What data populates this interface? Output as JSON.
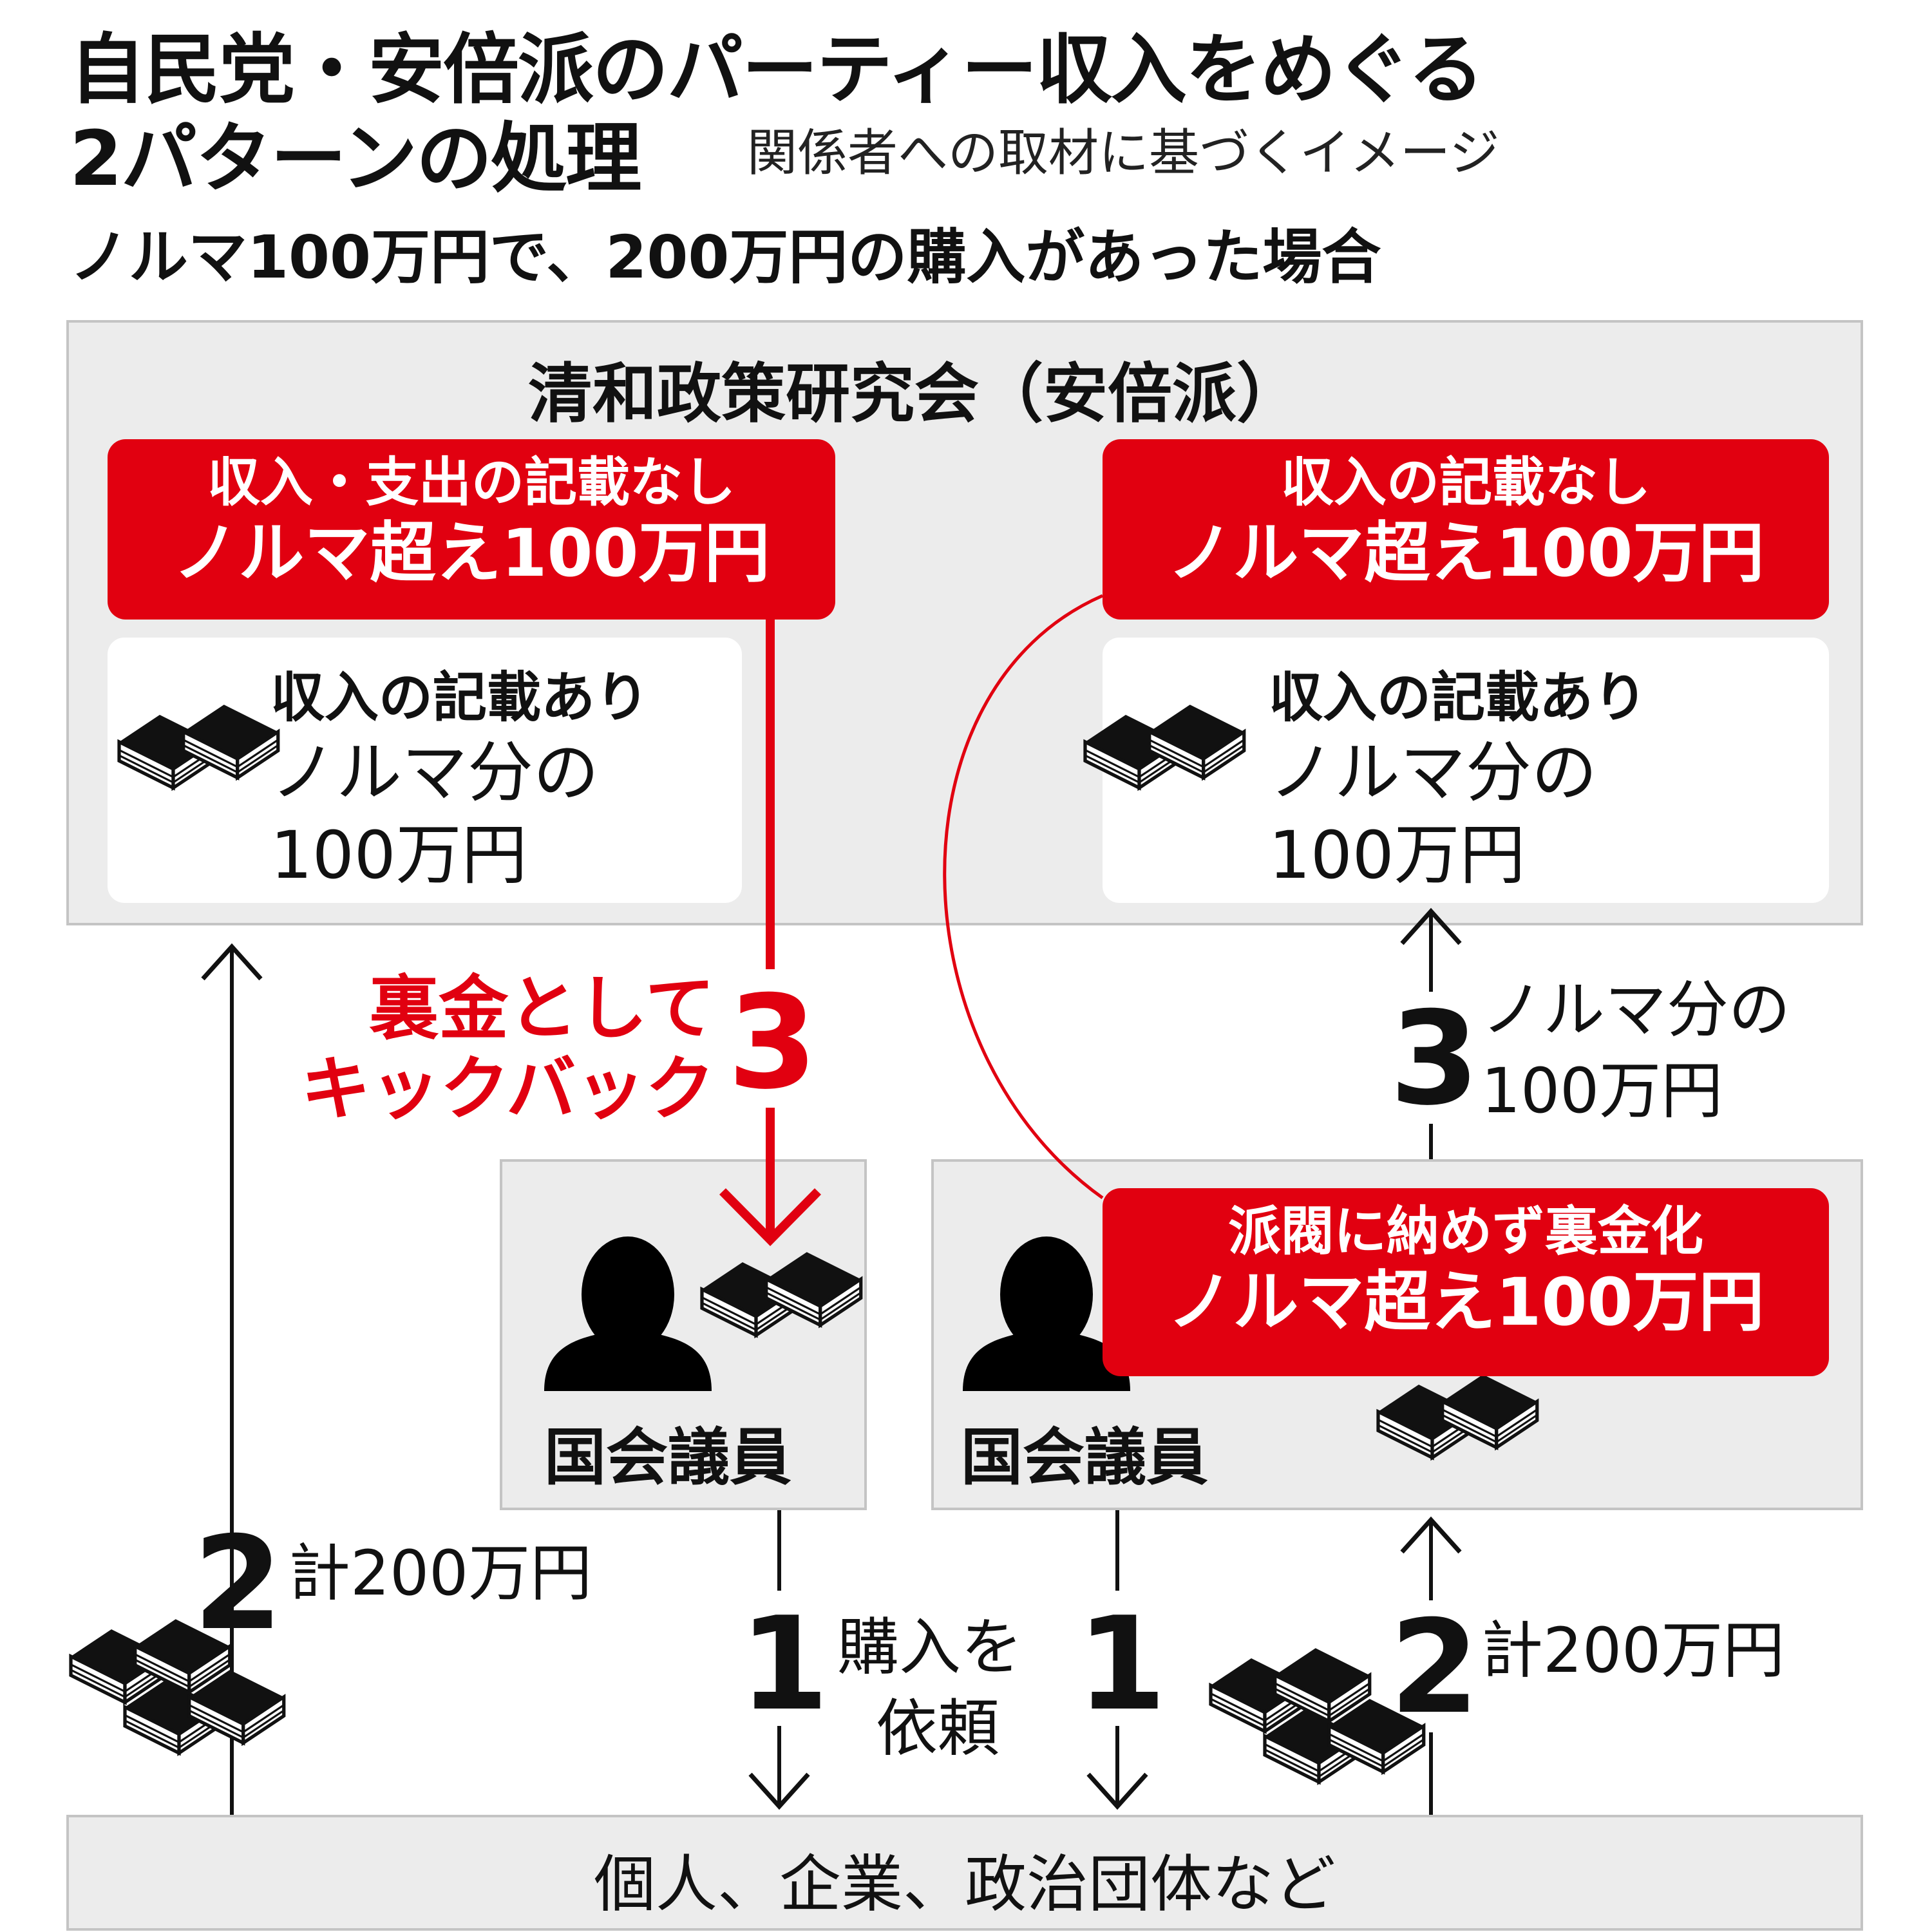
{
  "header": {
    "title_line1": "自民党・安倍派のパーティー収入をめぐる",
    "title_line2": "2パターンの処理",
    "note": "関係者への取材に基づくイメージ",
    "subtitle": "ノルマ100万円で、200万円の購入があった場合"
  },
  "faction": {
    "name": "清和政策研究会（安倍派）"
  },
  "left": {
    "red_line1": "収入・支出の記載なし",
    "red_line2": "ノルマ超え100万円",
    "white_head": "収入の記載あり",
    "white_line1": "ノルマ分の",
    "white_line2": "100万円",
    "kickback_num": "3",
    "kickback_line1": "裏金として",
    "kickback_line2": "キックバック",
    "member": "国会議員",
    "step2_num": "2",
    "step2_label": "計200万円",
    "step1_num": "1"
  },
  "right": {
    "red_line1": "収入の記載なし",
    "red_line2": "ノルマ超え100万円",
    "white_head": "収入の記載あり",
    "white_line1": "ノルマ分の",
    "white_line2": "100万円",
    "step3_num": "3",
    "step3_line1": "ノルマ分の",
    "step3_line2": "100万円",
    "member": "国会議員",
    "member_red_line1": "派閥に納めず裏金化",
    "member_red_line2": "ノルマ超え100万円",
    "step2_num": "2",
    "step2_label": "計200万円",
    "step1_num": "1"
  },
  "center": {
    "request_line1": "購入を",
    "request_line2": "依頼"
  },
  "footer": {
    "label": "個人、企業、政治団体など"
  },
  "icons": [
    "cash-stack-icon",
    "person-silhouette-icon"
  ],
  "colors": {
    "accent_red": "#e10010",
    "panel_gray": "#ececec"
  }
}
